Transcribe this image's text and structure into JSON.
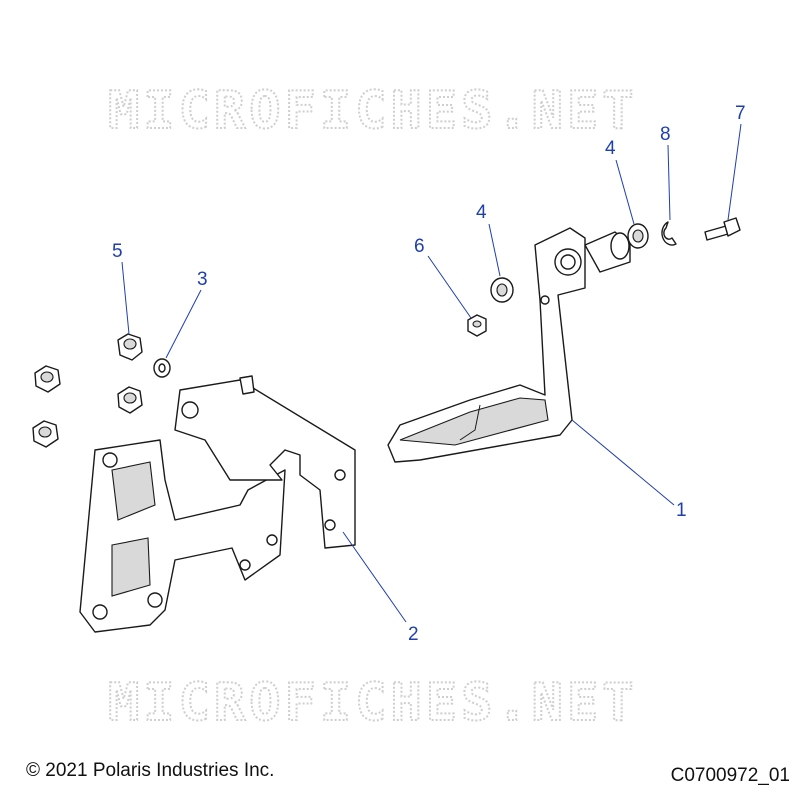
{
  "watermark": {
    "text": "MICROFICHES.NET"
  },
  "callouts": [
    {
      "id": "callout-1",
      "label": "1"
    },
    {
      "id": "callout-2",
      "label": "2"
    },
    {
      "id": "callout-3",
      "label": "3"
    },
    {
      "id": "callout-4a",
      "label": "4"
    },
    {
      "id": "callout-4b",
      "label": "4"
    },
    {
      "id": "callout-5",
      "label": "5"
    },
    {
      "id": "callout-6",
      "label": "6"
    },
    {
      "id": "callout-7",
      "label": "7"
    },
    {
      "id": "callout-8",
      "label": "8"
    }
  ],
  "footer": {
    "copyright": "© 2021 Polaris Industries Inc.",
    "figure_id": "C0700972_01"
  },
  "colors": {
    "callout": "#1f3fae",
    "line": "#1a1a1a",
    "watermark": "#cfcfcf"
  }
}
